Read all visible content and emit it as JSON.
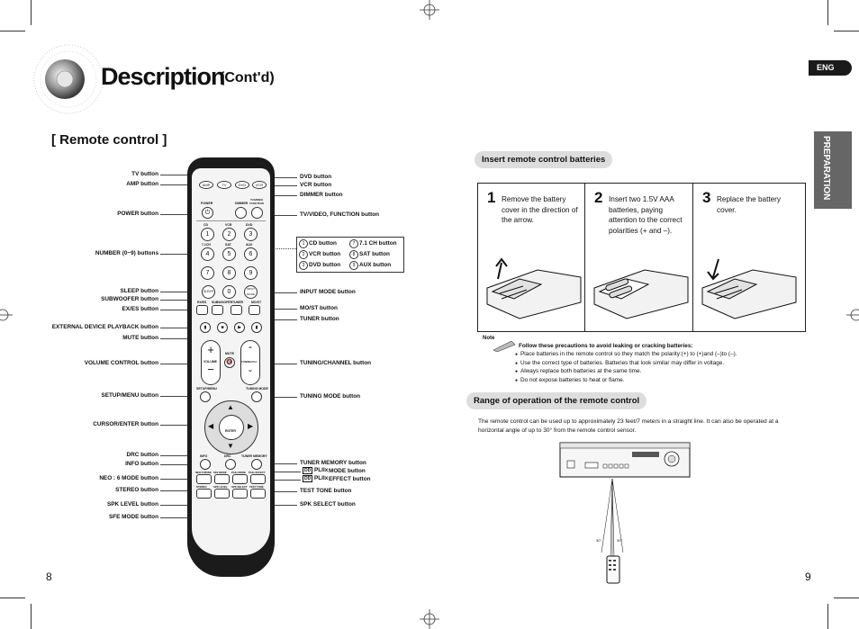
{
  "left_page": {
    "title": "Description",
    "subtitle": "(Cont'd)",
    "section": "[ Remote control ]",
    "page_number": "8",
    "left_labels": [
      "TV button",
      "AMP button",
      "POWER button",
      "NUMBER (0~9) buttons",
      "SLEEP button",
      "SUBWOOFER button",
      "EX/ES button",
      "EXTERNAL DEVICE PLAYBACK button",
      "MUTE button",
      "VOLUME CONTROL button",
      "SETUP/MENU button",
      "CURSOR/ENTER button",
      "DRC button",
      "INFO button",
      "NEO : 6 MODE button",
      "STEREO button",
      "SPK LEVEL button",
      "SFE MODE button"
    ],
    "right_labels": [
      "DVD button",
      "VCR button",
      "DIMMER button",
      "TV/VIDEO, FUNCTION button",
      "INPUT MODE button",
      "MO/ST button",
      "TUNER button",
      "TUNING/CHANNEL button",
      "TUNING MODE button",
      "TUNER MEMORY button",
      "MODE button",
      "EFFECT button",
      "TEST TONE button",
      "SPK SELECT button"
    ],
    "callout": {
      "left": [
        "CD button",
        "VCR button",
        "DVD button"
      ],
      "right": [
        "7.1 CH button",
        "SAT button",
        "AUX button"
      ],
      "left_nums": [
        "1",
        "2",
        "3"
      ],
      "right_nums": [
        "7",
        "8",
        "9"
      ]
    },
    "plii_logo": "PLIIx",
    "remote": {
      "top_row": [
        "AMP",
        "TV",
        "DVD",
        "VCR"
      ],
      "power": "POWER",
      "dimmer": "DIMMER",
      "function": "TV/VIDEO FUNCTION",
      "numbers": [
        "1",
        "2",
        "3",
        "4",
        "5",
        "6",
        "7",
        "8",
        "9",
        "0"
      ],
      "num_labels": [
        "CD",
        "VCR",
        "DVD",
        "7.1CH",
        "SAT",
        "AUX"
      ],
      "sleep": "SLEEP",
      "input_mode": "INPUT MODE",
      "mid_row": [
        "EX/ES",
        "SUBWOOFER",
        "TUNER",
        "MO/ST"
      ],
      "mute": "MUTE",
      "volume": "VOLUME",
      "tuning": "TUNING/CH",
      "menu": "SETUP/MENU",
      "tuning_mode": "TUNING MODE",
      "enter": "ENTER",
      "bottom_row1": [
        "INFO",
        "DRC",
        "TUNER MEMORY"
      ],
      "bottom_row2": [
        "NEO:6 MODE",
        "SFE MODE",
        "PLIIx MODE",
        "PLIIx EFFECT"
      ],
      "bottom_row3": [
        "STEREO",
        "SPK LEVEL",
        "SPK SELECT",
        "TEST TONE"
      ]
    }
  },
  "right_page": {
    "lang_tab": "ENG",
    "side_tab": "PREPARATION",
    "page_number": "9",
    "batteries_heading": "Insert remote control batteries",
    "steps": [
      {
        "num": "1",
        "text": "Remove the battery cover in the direction of the arrow."
      },
      {
        "num": "2",
        "text": "Insert two 1.5V AAA batteries, paying attention to the correct polarities (+ and –)."
      },
      {
        "num": "3",
        "text": "Replace the battery cover."
      }
    ],
    "note_icon": "Note",
    "note_title": "Follow these precautions to avoid leaking or cracking batteries:",
    "notes": [
      "Place batteries in the remote control so they match the polarity:(+) to (+)and (–)to (–).",
      "Use the correct type of batteries. Batteries that look similar may differ in voltage.",
      "Always replace both batteries at the same time.",
      "Do not expose batteries to heat or flame."
    ],
    "range_heading": "Range of operation of the remote control",
    "range_text": "The remote control can be used up to approximately 23 feet/7 meters in a straight line. It can also be operated at a horizontal angle of up to 30° from the remote control sensor.",
    "angle_left": "30°",
    "angle_right": "30°"
  },
  "colors": {
    "pill": "#dddddd",
    "tab": "#666666",
    "eng": "#1a1a1a",
    "remote": "#1b1b1b"
  },
  "icons": [
    "speaker-graphic-icon",
    "note-pencil-icon",
    "registration-mark-icon"
  ]
}
